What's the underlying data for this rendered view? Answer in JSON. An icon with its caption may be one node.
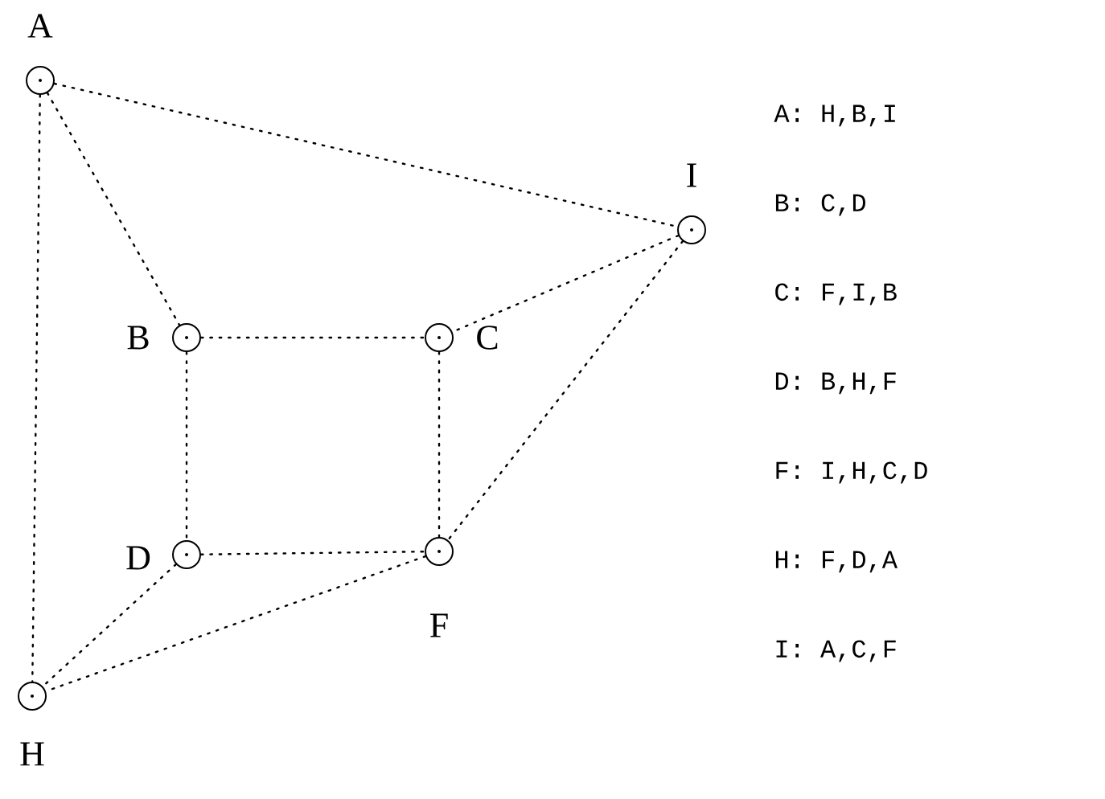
{
  "diagram": {
    "nodes": [
      {
        "text": [
          "A"
        ]
      },
      {
        "text": [
          "I"
        ]
      },
      {
        "text": [
          "B"
        ]
      },
      {
        "text": [
          "C"
        ]
      },
      {
        "text": [
          "D"
        ]
      },
      {
        "text": [
          "F"
        ]
      },
      {
        "text": [
          "H"
        ]
      }
    ],
    "edges": [
      {
        "from": 0,
        "to": 1,
        "arrow": "none"
      },
      {
        "from": 0,
        "to": 2,
        "arrow": "none"
      },
      {
        "from": 0,
        "to": 6,
        "arrow": "none"
      },
      {
        "from": 1,
        "to": 3,
        "arrow": "none"
      },
      {
        "from": 1,
        "to": 5,
        "arrow": "none"
      },
      {
        "from": 2,
        "to": 3,
        "arrow": "none"
      },
      {
        "from": 2,
        "to": 4,
        "arrow": "none"
      },
      {
        "from": 3,
        "to": 5,
        "arrow": "none"
      },
      {
        "from": 4,
        "to": 5,
        "arrow": "none"
      },
      {
        "from": 4,
        "to": 6,
        "arrow": "none"
      },
      {
        "from": 5,
        "to": 6,
        "arrow": "none"
      }
    ],
    "labels": [
      "A: H,B,I",
      "B: C,D",
      "C: F,I,B",
      "D: B,H,F",
      "F: I,H,C,D",
      "H: F,D,A",
      "I: A,C,F"
    ]
  }
}
